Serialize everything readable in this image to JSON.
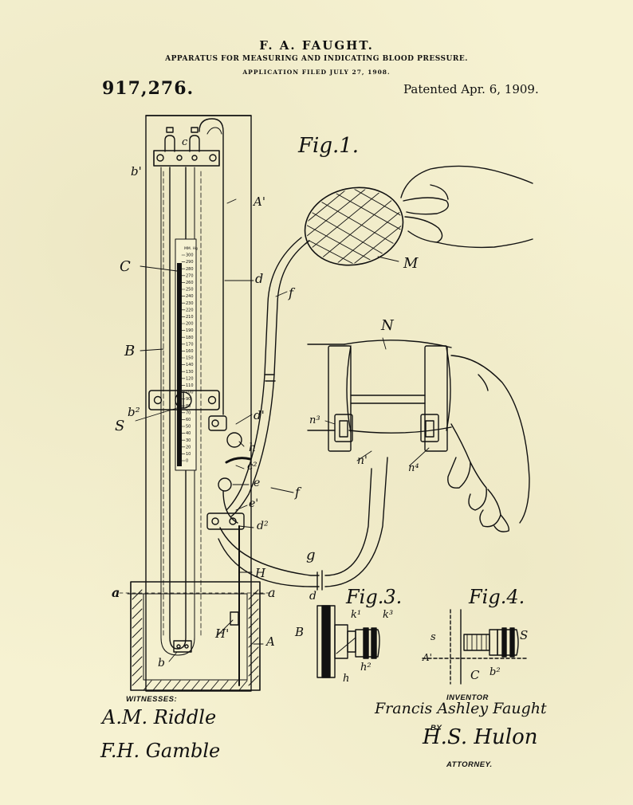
{
  "header": {
    "inventor": "F. A. FAUGHT.",
    "title": "APPARATUS FOR MEASURING AND INDICATING BLOOD PRESSURE.",
    "filed": "APPLICATION FILED JULY 27, 1908.",
    "patent_number": "917,276.",
    "patented": "Patented Apr. 6, 1909."
  },
  "figures": {
    "fig1": "Fig.1.",
    "fig3": "Fig.3.",
    "fig4": "Fig.4."
  },
  "scale": {
    "header": "MM. Hg",
    "ticks": [
      "300",
      "290",
      "280",
      "270",
      "260",
      "250",
      "240",
      "230",
      "220",
      "210",
      "200",
      "190",
      "180",
      "170",
      "160",
      "150",
      "140",
      "130",
      "120",
      "110",
      "100",
      "90",
      "80",
      "70",
      "60",
      "50",
      "40",
      "30",
      "20",
      "10",
      "0"
    ]
  },
  "labels": {
    "c": "c",
    "b1": "b'",
    "A1": "A'",
    "C": "C",
    "d": "d",
    "f_top": "f",
    "M": "M",
    "N": "N",
    "B": "B",
    "n3": "n³",
    "n4": "n⁴",
    "n1": "n'",
    "b2": "b²",
    "S": "S",
    "d1": "d'",
    "h": "h",
    "c2": "c²",
    "e": "e",
    "f_low": "f",
    "e1": "e'",
    "d2": "d²",
    "g": "g",
    "H": "H",
    "a_left": "a",
    "a_right": "a",
    "H1": "H'",
    "A": "A",
    "b": "b",
    "f3_d": "d",
    "f3_k1": "k¹",
    "f3_k3": "k³",
    "f3_B": "B",
    "f3_h": "h",
    "f3_h2": "h²",
    "f4_s": "s",
    "f4_S": "S",
    "f4_A1": "A'",
    "f4_C": "C",
    "f4_b2": "b²"
  },
  "footer": {
    "witnesses_label": "WITNESSES:",
    "witness1": "A.M. Riddle",
    "witness2": "F.H. Gamble",
    "inventor_label": "INVENTOR",
    "inventor_signature": "Francis Ashley Faught",
    "by_label": "BY",
    "attorney_signature": "H.S. Hulon",
    "attorney_label": "ATTORNEY."
  }
}
